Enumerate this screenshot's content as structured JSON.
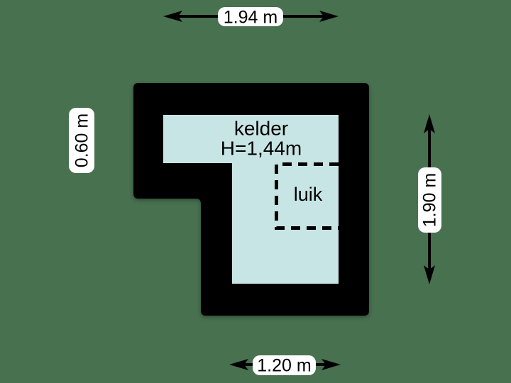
{
  "background_color": "#487150",
  "plan": {
    "wall_color": "#000000",
    "floor_color": "#c7e5e4",
    "label_box_color": "#ffffff",
    "text_color": "#000000",
    "room": {
      "name": "kelder",
      "height_note": "H=1,44m"
    },
    "hatch": {
      "label": "luik"
    },
    "dimensions": {
      "top": "1.94 m",
      "left": "0.60 m",
      "right": "1.90 m",
      "bottom": "1.20 m"
    }
  }
}
